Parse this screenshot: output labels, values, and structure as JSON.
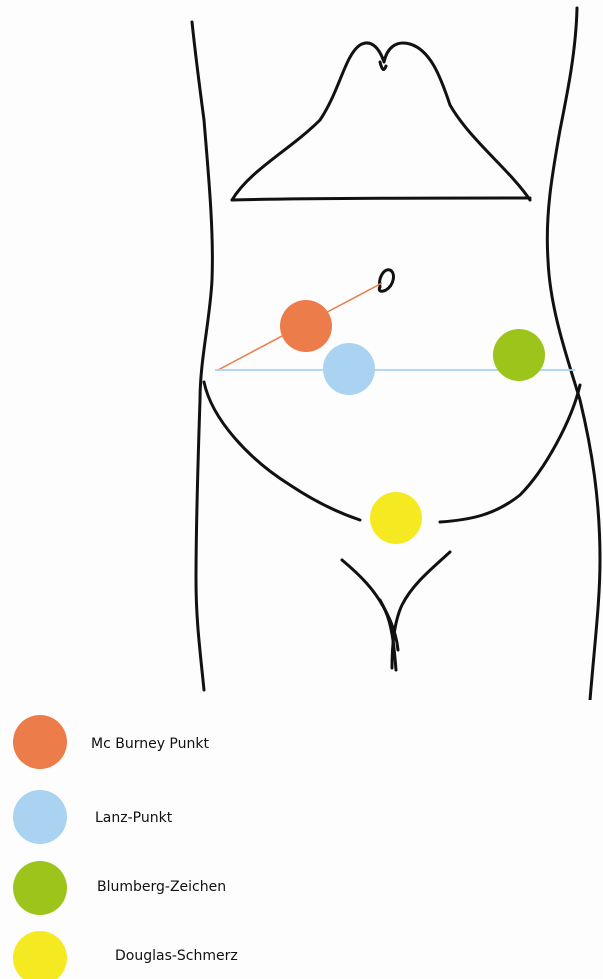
{
  "legend": [
    {
      "label": "Mc Burney Punkt",
      "color": "#ec7c4a"
    },
    {
      "label": "Lanz-Punkt",
      "color": "#a9d3f0"
    },
    {
      "label": "Blumberg-Zeichen",
      "color": "#9dc41a"
    },
    {
      "label": "Douglas-Schmerz",
      "color": "#f5ea22"
    }
  ],
  "colors": {
    "outline": "#111111",
    "mcburney_line": "#ec7c4a",
    "lanz_line": "#a9d3f0"
  }
}
